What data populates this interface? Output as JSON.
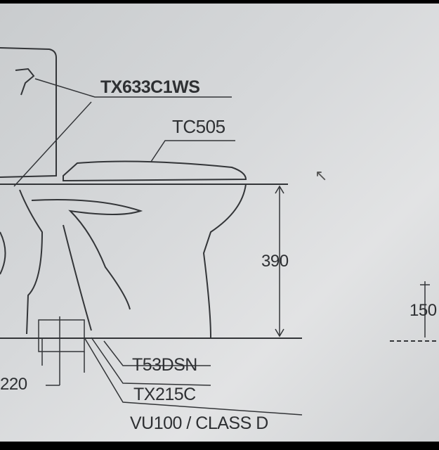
{
  "labels": {
    "flush_valve": "TX633C1WS",
    "seat": "TC505",
    "height_dim": "390",
    "side_dim": "150",
    "offset_dim": "220",
    "flange": "T53DSN",
    "trap": "TX215C",
    "pipe": "VU100 / CLASS D"
  },
  "colors": {
    "line": "#333538",
    "paper": "#d6d8da"
  }
}
